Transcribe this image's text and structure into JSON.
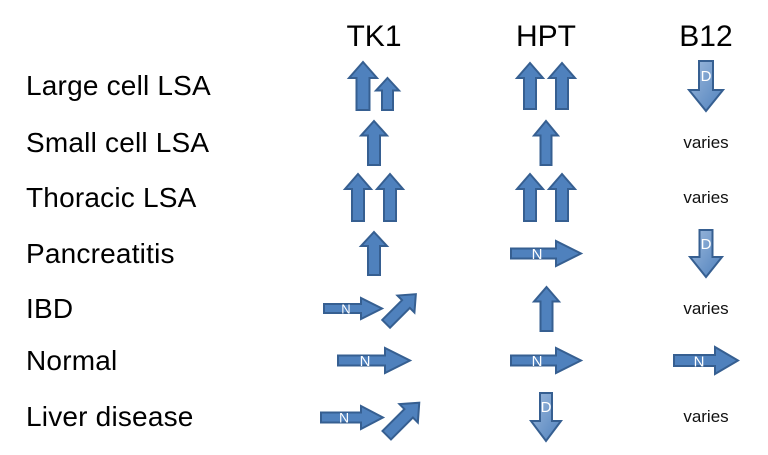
{
  "colors": {
    "arrow_fill": "#4f81bd",
    "arrow_stroke": "#365f91",
    "down_arrow_light": "#9db9dc",
    "letter_color": "#ffffff",
    "text_color": "#000000"
  },
  "columns": [
    {
      "label": "TK1"
    },
    {
      "label": "HPT"
    },
    {
      "label": "B12"
    }
  ],
  "rows": [
    {
      "label": "Large cell LSA",
      "tk1": {
        "type": "up-large-plus-small"
      },
      "hpt": {
        "type": "double-up"
      },
      "b12": {
        "type": "down",
        "letter": "D"
      }
    },
    {
      "label": "Small cell LSA",
      "tk1": {
        "type": "up"
      },
      "hpt": {
        "type": "up"
      },
      "b12": {
        "type": "text",
        "text": "varies"
      }
    },
    {
      "label": "Thoracic LSA",
      "tk1": {
        "type": "double-up"
      },
      "hpt": {
        "type": "double-up"
      },
      "b12": {
        "type": "text",
        "text": "varies"
      }
    },
    {
      "label": "Pancreatitis",
      "tk1": {
        "type": "up"
      },
      "hpt": {
        "type": "right",
        "letter": "N"
      },
      "b12": {
        "type": "down",
        "letter": "D"
      }
    },
    {
      "label": "IBD",
      "tk1": {
        "type": "right-then-up-diagonal",
        "letter": "N"
      },
      "hpt": {
        "type": "up"
      },
      "b12": {
        "type": "text",
        "text": "varies"
      }
    },
    {
      "label": "Normal",
      "tk1": {
        "type": "right",
        "letter": "N"
      },
      "hpt": {
        "type": "right",
        "letter": "N"
      },
      "b12": {
        "type": "right",
        "letter": "N"
      }
    },
    {
      "label": "Liver disease",
      "tk1": {
        "type": "right-then-up-diagonal",
        "letter": "N"
      },
      "hpt": {
        "type": "down",
        "letter": "D"
      },
      "b12": {
        "type": "text",
        "text": "varies"
      }
    }
  ]
}
